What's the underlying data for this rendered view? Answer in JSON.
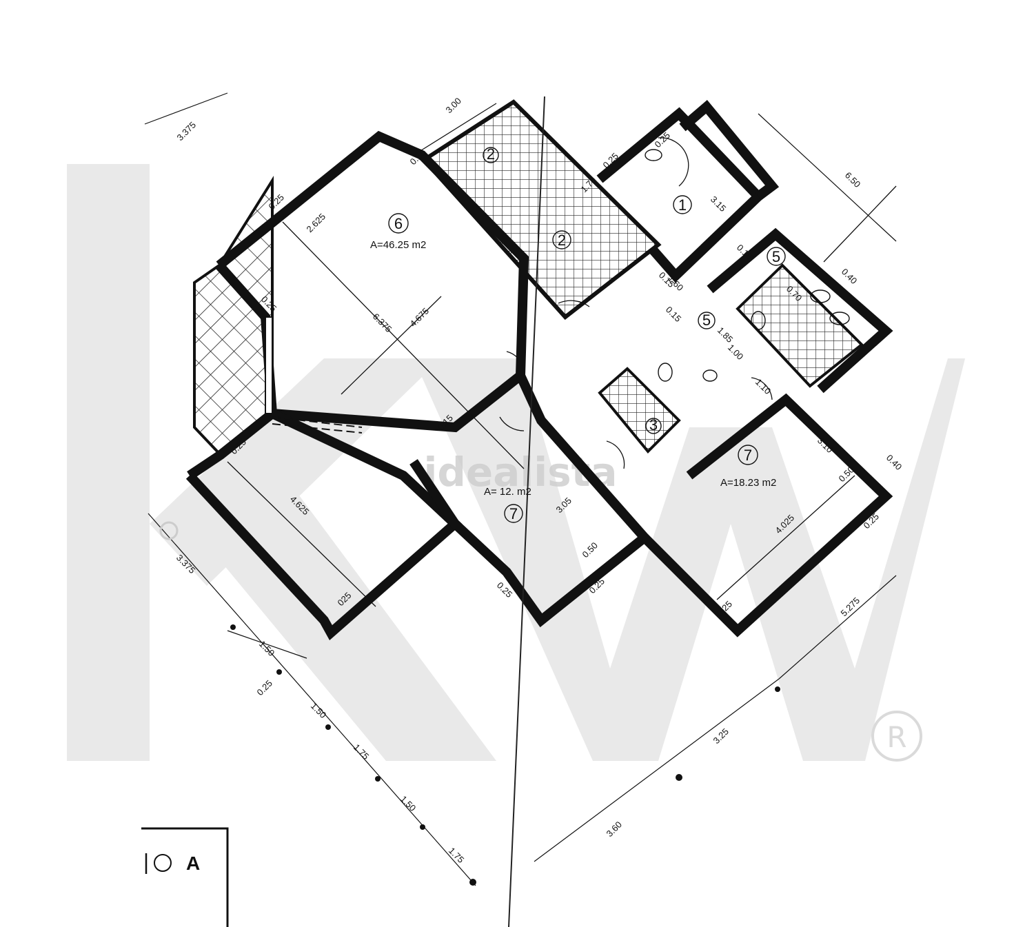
{
  "watermarks": {
    "brand_letters": "kw",
    "registered_mark": "®",
    "portal_text": "idealista"
  },
  "legend": {
    "label": "A"
  },
  "rooms": [
    {
      "number": "6",
      "area": "A=46.25 m2"
    },
    {
      "number": "7",
      "area": "A=18.23 m2"
    },
    {
      "number": "7",
      "area": "A= 12.  m2"
    },
    {
      "number": "2"
    },
    {
      "number": "1"
    },
    {
      "number": "5"
    },
    {
      "number": "5"
    },
    {
      "number": "2"
    },
    {
      "number": "3"
    }
  ],
  "dimensions": {
    "d_3375_top": "3.375",
    "d_300": "3.00",
    "d_025_a": "0.25",
    "d_025_b": "0.25",
    "d_025_c": "0.25",
    "d_025_d": "0.25",
    "d_170": "1.70",
    "d_650": "6.50",
    "d_315": "3.15",
    "d_015_a": "0.15",
    "d_015_b": "0.15",
    "d_015_c": "0.15",
    "d_015_d": "0.15",
    "d_160": "1.60",
    "d_040": "0.40",
    "d_2625": "2.625",
    "d_6375": "6.375",
    "d_4675": "4.675",
    "d_025_e": "0.25",
    "d_025_f": "0.25",
    "d_4625": "4.625",
    "d_025_g": "025",
    "d_3375_left": "3.375",
    "d_150_a": "1.50",
    "d_025_h": "0.25",
    "d_150_b": "1.50",
    "d_175_a": "1.75",
    "d_150_c": "1.50",
    "d_175_b": "1.75",
    "d_305": "3.05",
    "d_050": "0.50",
    "d_025_i": "0.25",
    "d_025_j": "0.25",
    "d_4025": "4.025",
    "d_025_k": "0.25",
    "d_5275": "5.275",
    "d_325": "3.25",
    "d_360": "3.60",
    "d_310": "3.10",
    "d_040_b": "0.40",
    "d_050_b": "0.50",
    "d_025_l": "0.25",
    "d_110": "1.10",
    "d_100": "1.00",
    "d_070": "0.70",
    "d_185": "1.85"
  }
}
